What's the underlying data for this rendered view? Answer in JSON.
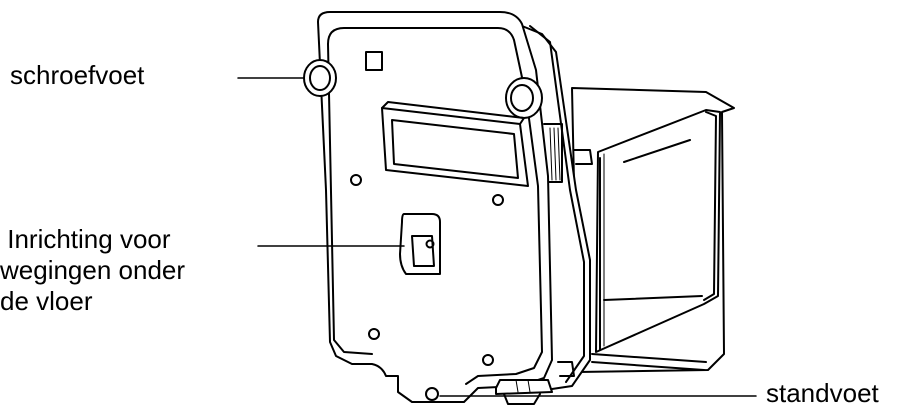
{
  "labels": {
    "screw_foot": "schroefvoet",
    "underfloor_line1": " Inrichting voor",
    "underfloor_line2": "wegingen onder",
    "underfloor_line3": "de vloer",
    "stand_foot": "standvoet"
  },
  "colors": {
    "stroke": "#000000",
    "background": "#ffffff"
  },
  "icons": {
    "device": "weighing-scale-rear-view"
  }
}
